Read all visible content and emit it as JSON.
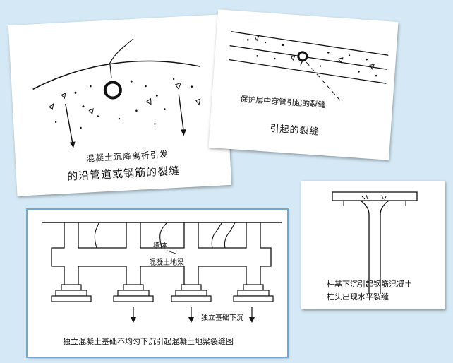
{
  "panels": {
    "settlement": {
      "caption_line1": "混凝土沉降离析引发",
      "caption_line2": "的沿管道或钢筋的裂缝"
    },
    "cover": {
      "caption_line1": "保护层中穿管引起的裂缝",
      "caption_line2": "引起的裂缝"
    },
    "foundation": {
      "label_wall": "墙体",
      "label_beam": "混凝土地梁",
      "label_settle": "独立基础下沉",
      "caption": "独立混凝土基础不均匀下沉引起混凝土地梁裂缝图"
    },
    "column": {
      "caption_line1": "柱基下沉引起钢筋混凝土",
      "caption_line2": "柱头出现水平裂缝"
    }
  }
}
